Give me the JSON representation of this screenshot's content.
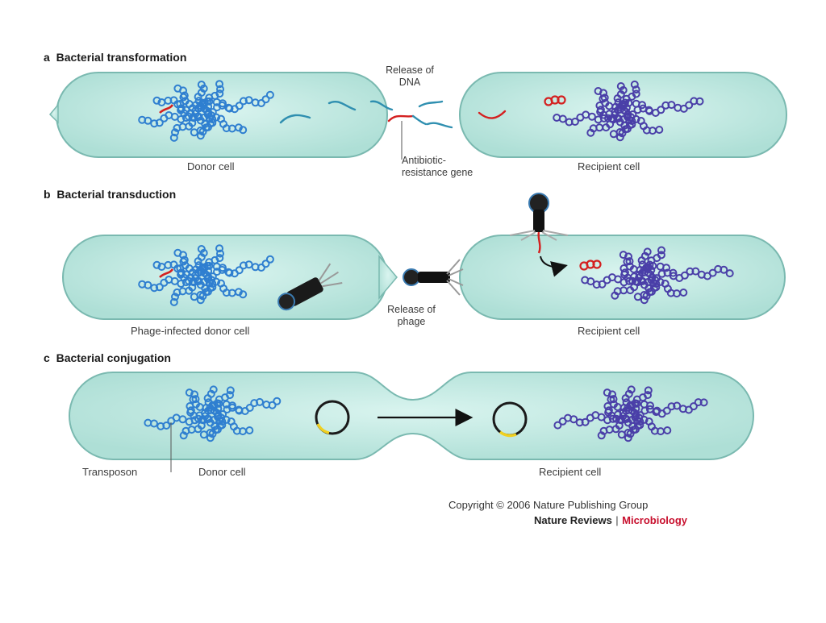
{
  "panels": {
    "a": {
      "letter": "a",
      "title": "Bacterial transformation",
      "donor_label": "Donor cell",
      "recipient_label": "Recipient cell",
      "release_label": "Release of\nDNA",
      "gene_label": "Antibiotic-\nresistance gene"
    },
    "b": {
      "letter": "b",
      "title": "Bacterial transduction",
      "donor_label": "Phage-infected donor cell",
      "recipient_label": "Recipient cell",
      "release_label": "Release of\nphage"
    },
    "c": {
      "letter": "c",
      "title": "Bacterial conjugation",
      "donor_label": "Donor cell",
      "recipient_label": "Recipient cell",
      "transposon_label": "Transposon"
    }
  },
  "credits": {
    "copyright": "Copyright © 2006 Nature Publishing Group",
    "journal": "Nature Reviews",
    "separator": "|",
    "journal_section": "Microbiology"
  },
  "colors": {
    "cell_fill": "#c6ece6",
    "cell_stroke": "#7ab9b0",
    "donor_dna": "#2f7fd0",
    "recipient_dna": "#4a3fa8",
    "resistance_gene": "#d42020",
    "phage": "#1a1a1a"
  }
}
